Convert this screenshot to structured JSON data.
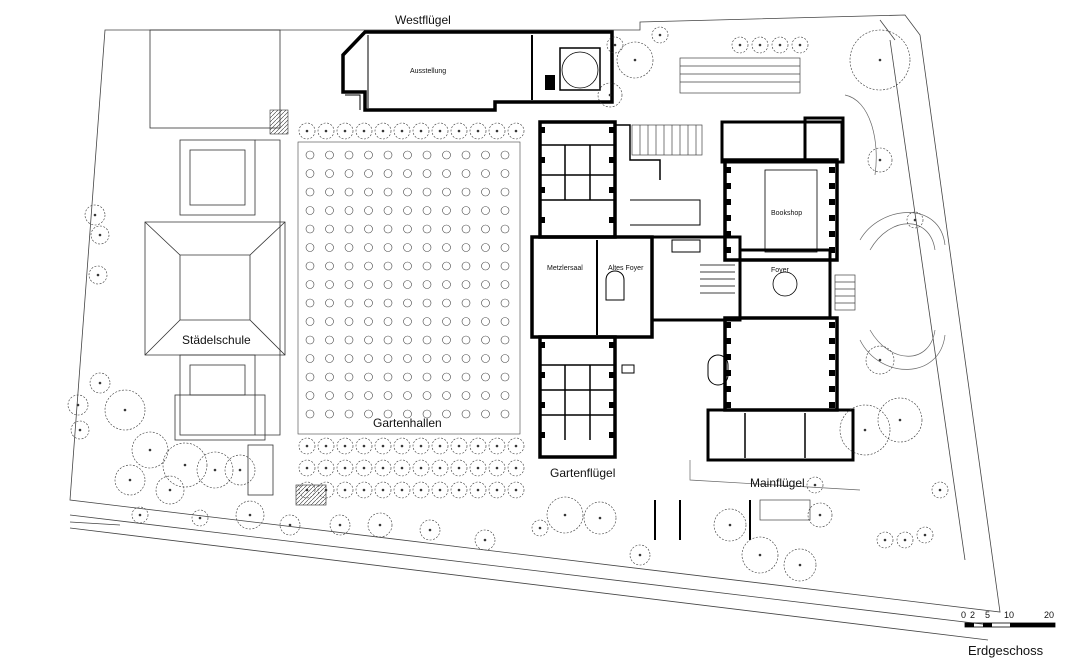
{
  "labels": {
    "westfluegel": "Westflügel",
    "ausstellung": "Ausstellung",
    "staedelschule": "Städelschule",
    "gartenhallen": "Gartenhallen",
    "metzlersaal": "Metzlersaal",
    "altes_foyer": "Altes Foyer",
    "bookshop": "Bookshop",
    "foyer": "Foyer",
    "gartenfluegel": "Gartenflügel",
    "mainfluegel": "Mainflügel"
  },
  "scale_bar": {
    "ticks": [
      "0",
      "2",
      "5",
      "10",
      "20"
    ]
  },
  "plan_title": "Erdgeschoss"
}
